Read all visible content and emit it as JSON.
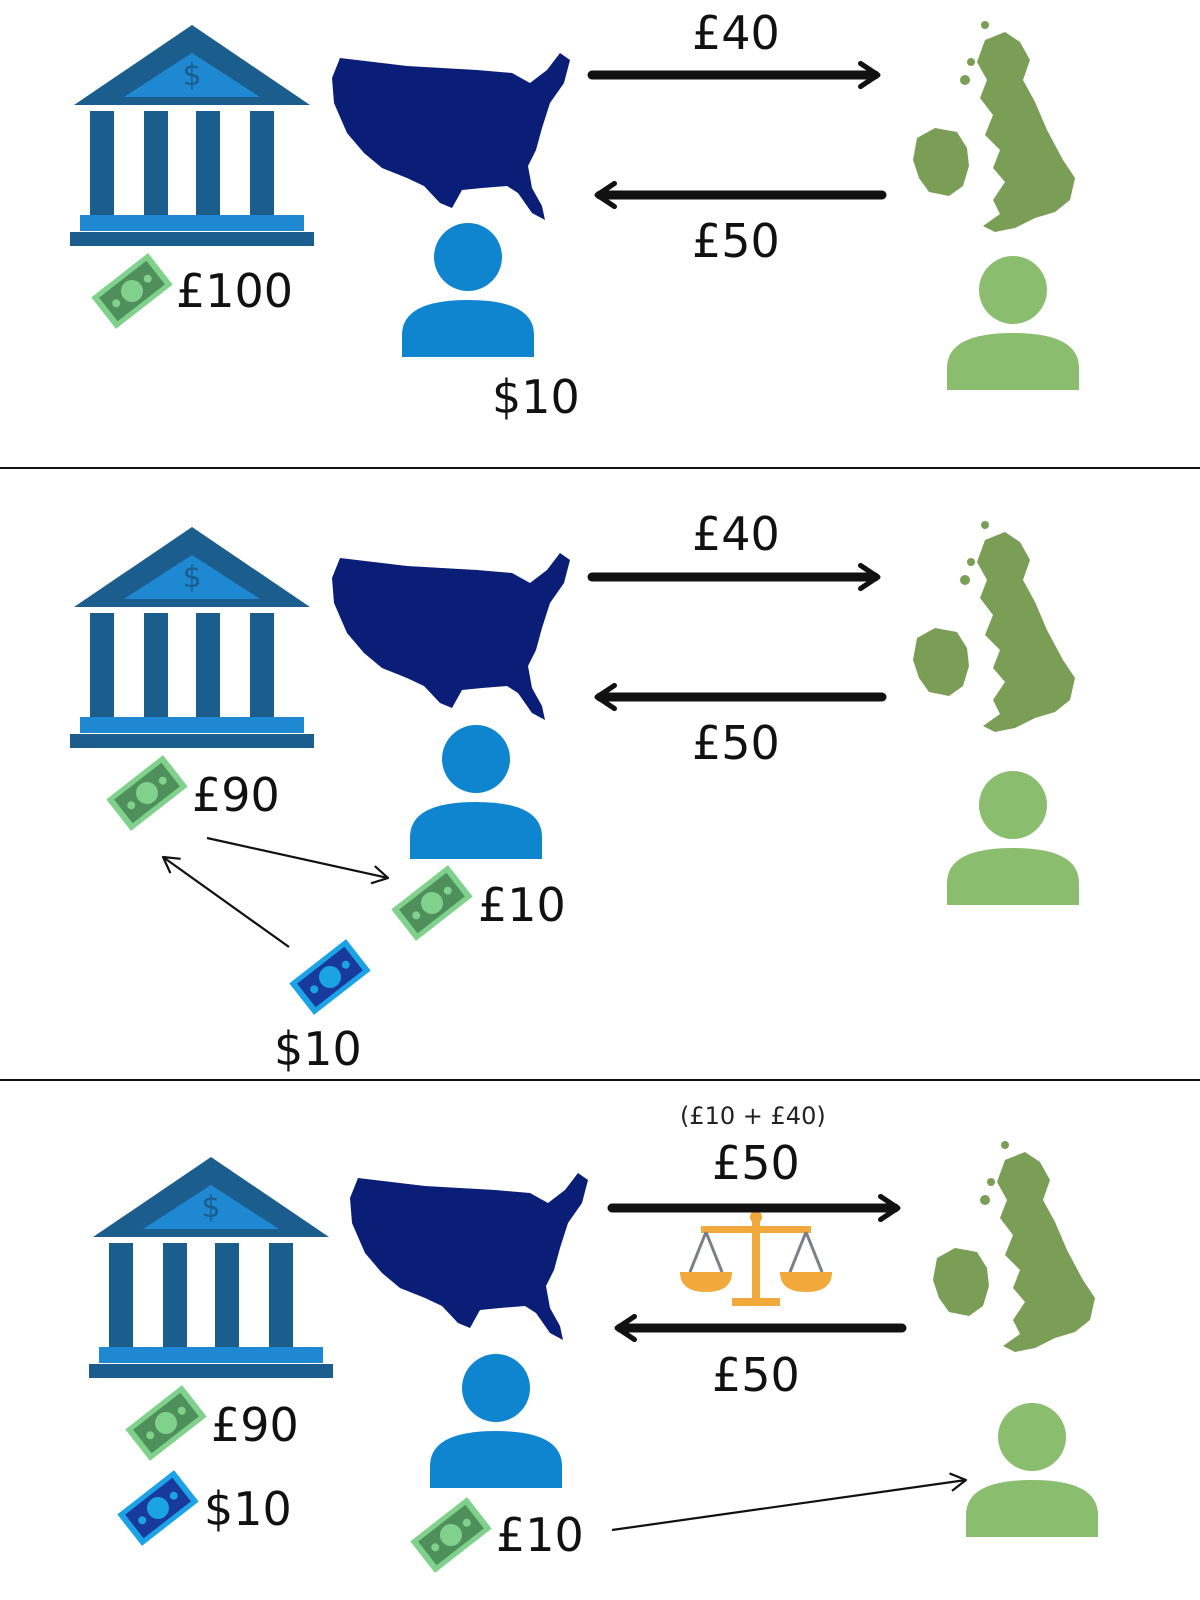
{
  "colors": {
    "bank_dark": "#1b5e8e",
    "bank_light": "#1e88d3",
    "usa_navy": "#0a1e78",
    "person_blue": "#0f85d0",
    "uk_green": "#7a9e55",
    "person_green": "#8bbd6e",
    "note_green": "#4f8f5b",
    "note_green_border": "#7fd18c",
    "note_blue": "#173a9c",
    "note_blue_border": "#1ba3e5",
    "scale_orange": "#f2a93b",
    "arrow": "#111111"
  },
  "icons": [
    "bank-icon",
    "usa-map-icon",
    "uk-map-icon",
    "person-icon",
    "banknote-icon",
    "scale-icon",
    "arrow-icon"
  ],
  "panel1": {
    "sent_amount": "£40",
    "received_amount": "£50",
    "bank_balance": "£100",
    "us_person_balance": "$10"
  },
  "panel2": {
    "sent_amount": "£40",
    "received_amount": "£50",
    "bank_balance": "£90",
    "us_person_gbp": "£10",
    "deposited_usd": "$10"
  },
  "panel3": {
    "sent_breakdown": "(£10 + £40)",
    "sent_amount": "£50",
    "received_amount": "£50",
    "bank_gbp": "£90",
    "bank_usd": "$10",
    "us_person_gbp": "£10"
  }
}
